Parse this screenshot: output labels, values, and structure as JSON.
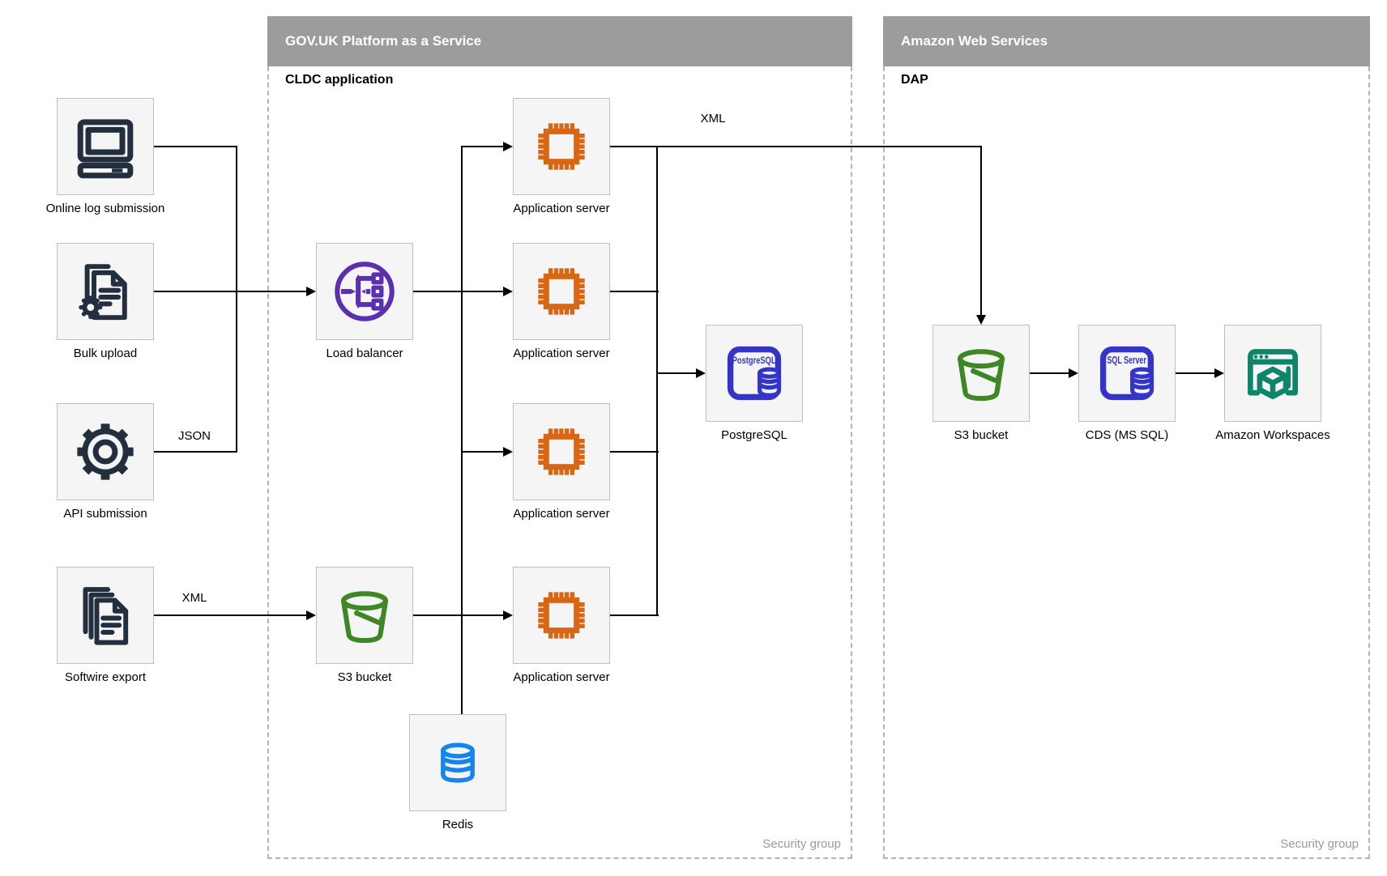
{
  "regions": {
    "govuk": {
      "title": "GOV.UK Platform as a Service",
      "sublabel": "CLDC application",
      "footer": "Security group"
    },
    "aws": {
      "title": "Amazon Web Services",
      "sublabel": "DAP",
      "footer": "Security group"
    }
  },
  "nodes": {
    "online_log": "Online log submission",
    "bulk_upload": "Bulk upload",
    "api_submission": "API submission",
    "softwire_export": "Softwire export",
    "load_balancer": "Load balancer",
    "s3_bucket": "S3 bucket",
    "app_server": "Application server",
    "postgresql": "PostgreSQL",
    "redis": "Redis",
    "aws_s3_bucket": "S3 bucket",
    "cds": "CDS (MS SQL)",
    "workspaces": "Amazon Workspaces"
  },
  "edge_labels": {
    "json": "JSON",
    "xml": "XML"
  },
  "icon_text": {
    "postgresql": "PostgreSQL",
    "sql_server": "SQL Server"
  },
  "icons": {
    "online_log": "desktop-computer-icon",
    "bulk_upload": "document-gear-icon",
    "api_submission": "gear-icon",
    "softwire_export": "stacked-documents-icon",
    "load_balancer": "elastic-load-balancer-icon",
    "s3_bucket": "bucket-icon",
    "app_server": "cpu-chip-icon",
    "postgresql": "postgresql-database-icon",
    "redis": "database-cylinder-icon",
    "cds": "sql-server-database-icon",
    "workspaces": "browser-cube-icon"
  },
  "colors": {
    "header_gray": "#9c9c9c",
    "dashed_border": "#b4b4b4",
    "box_bg": "#f5f5f5",
    "box_border": "#bfbfbf",
    "line_black": "#000000",
    "dark_navy": "#232f3e",
    "orange": "#d86613",
    "purple": "#5a30b1",
    "green": "#3f8624",
    "indigo": "#3434c8",
    "blue": "#1485ee",
    "teal": "#0d8568",
    "footer_text": "#9a9a9a"
  }
}
